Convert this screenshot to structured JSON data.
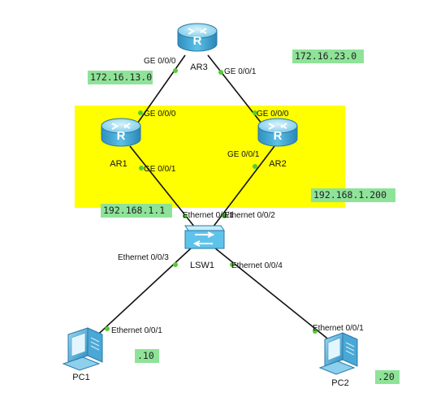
{
  "colors": {
    "label_bg": "#8ee398",
    "highlight_area": "#ffff00",
    "port_dot": "#55cc33",
    "link": "#111111",
    "router_body": "#4fb6e0"
  },
  "devices": {
    "ar3": {
      "name": "AR3",
      "icon": "router-icon"
    },
    "ar1": {
      "name": "AR1",
      "icon": "router-icon"
    },
    "ar2": {
      "name": "AR2",
      "icon": "router-icon"
    },
    "lsw1": {
      "name": "LSW1",
      "icon": "switch-icon"
    },
    "pc1": {
      "name": "PC1",
      "icon": "pc-icon"
    },
    "pc2": {
      "name": "PC2",
      "icon": "pc-icon"
    }
  },
  "links": [
    {
      "from": "AR3",
      "to": "AR1",
      "from_port": "GE 0/0/0",
      "to_port": "GE 0/0/0"
    },
    {
      "from": "AR3",
      "to": "AR2",
      "from_port": "GE 0/0/1",
      "to_port": "GE 0/0/0"
    },
    {
      "from": "AR1",
      "to": "LSW1",
      "from_port": "GE 0/0/1",
      "to_port": "Ethernet 0/0/1"
    },
    {
      "from": "AR2",
      "to": "LSW1",
      "from_port": "GE 0/0/1",
      "to_port": "Ethernet 0/0/2"
    },
    {
      "from": "LSW1",
      "to": "PC1",
      "from_port": "Ethernet 0/0/3",
      "to_port": "Ethernet 0/0/1"
    },
    {
      "from": "LSW1",
      "to": "PC2",
      "from_port": "Ethernet 0/0/4",
      "to_port": "Ethernet 0/0/1"
    }
  ],
  "network_labels": {
    "net_ar3_ar1": "172.16.13.0",
    "net_ar3_ar2": "172.16.23.0",
    "ip_ar1": "192.168.1.1",
    "ip_ar2": "192.168.1.200",
    "ip_pc1": ".10",
    "ip_pc2": ".20"
  }
}
